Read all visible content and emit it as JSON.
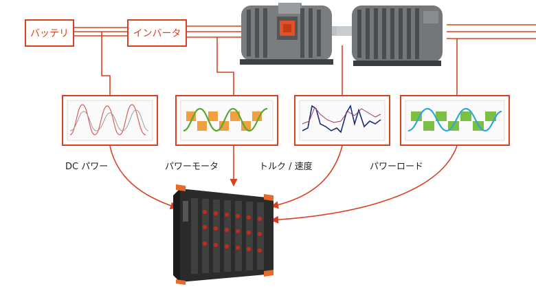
{
  "blocks": {
    "battery": "バッテリ",
    "inverter": "インバータ"
  },
  "captions": {
    "dc_power": "DC パワー",
    "power_motor": "パワーモータ",
    "torque_speed": "トルク / 速度",
    "power_load": "パワーロード"
  },
  "colors": {
    "accent": "#d9411e",
    "motor_body": "#6b6e70",
    "wave_green": "#5aa832",
    "wave_orange": "#f0a040",
    "wave_navy": "#1a2a7a",
    "wave_cyan": "#2aa8d8",
    "device_orange": "#e86a28"
  },
  "icons": [
    "electric-motor-icon",
    "load-motor-icon",
    "data-acquisition-device-icon"
  ]
}
